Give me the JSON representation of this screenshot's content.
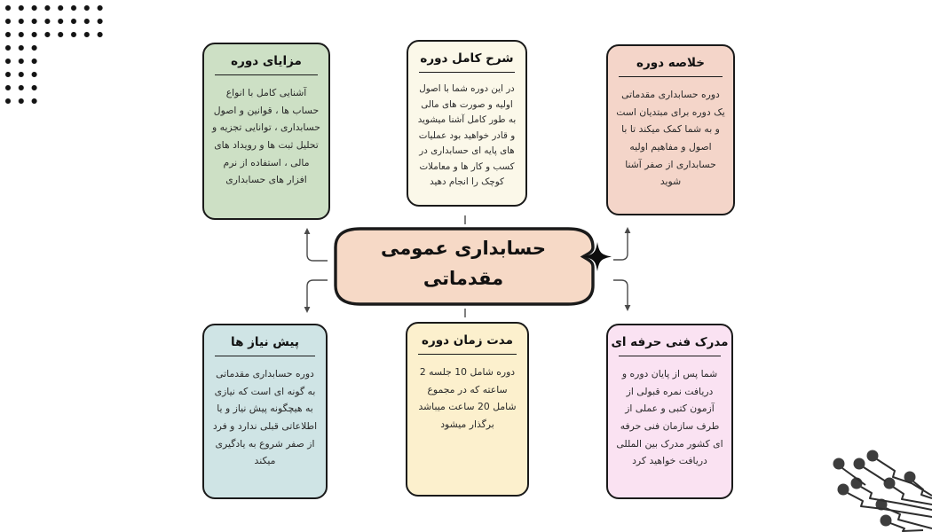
{
  "diagram": {
    "language": "fa",
    "background_color": "#ffffff",
    "center": {
      "line1": "حسابداری عمومی",
      "line2": "مقدماتی",
      "bg_color": "#f6d9c6",
      "border_color": "#1a1a1a",
      "icon": "four-pointed-star"
    },
    "boxes": [
      {
        "key": "benefits",
        "position": "top-left",
        "title": "مزایای دوره",
        "body": "آشنایی کامل با انواع حساب ها ، قوانین و اصول حسابداری ، توانایی تجزیه و تحلیل ثبت ها و رویداد های مالی ، استفاده از نرم افزار های حسابداری",
        "bg_color": "#cde0c5"
      },
      {
        "key": "full-description",
        "position": "top-center",
        "title": "شرح کامل دوره",
        "body": "در این دوره شما با اصول اولیه و صورت های مالی به طور کامل آشنا میشوید و قادر خواهید بود عملیات های پایه ای حسابداری در کسب و کار ها و معاملات کوچک را انجام دهید",
        "bg_color": "#fbf8e9"
      },
      {
        "key": "summary",
        "position": "top-right",
        "title": "خلاصه دوره",
        "body": "دوره حسابداری مقدماتی یک دوره برای مبتدیان است  و به شما کمک میکند تا با اصول و مفاهیم اولیه حسابداری از صفر آشنا شوید",
        "bg_color": "#f4d5c9"
      },
      {
        "key": "prerequisites",
        "position": "bottom-left",
        "title": "پیش نیاز ها",
        "body": "دوره حسابداری مقدماتی به گونه ای است که نیازی به هیچگونه پیش نیاز و یا اطلاعاتی قبلی ندارد و فرد از صفر شروع به یادگیری میکند",
        "bg_color": "#cfe4e5"
      },
      {
        "key": "duration",
        "position": "bottom-center",
        "title": "مدت زمان دوره",
        "body": "دوره شامل 10 جلسه 2 ساعته که در مجموع شامل 20 ساعت میباشد برگذار میشود",
        "bg_color": "#fcf0cd"
      },
      {
        "key": "certificate",
        "position": "bottom-right",
        "title": "مدرک فنی حرفه ای",
        "body": "شما پس از پایان دوره و دریافت نمره قبولی از آزمون کتبی و عملی از طرف سازمان فنی حرفه ای کشور مدرک بین المللی دریافت خواهید کرد",
        "bg_color": "#fae2f2"
      }
    ],
    "connector_color": "#4a4a4a",
    "decorations": {
      "dot_grid_color": "#141414",
      "circuit_color": "#3d3d3d"
    }
  }
}
